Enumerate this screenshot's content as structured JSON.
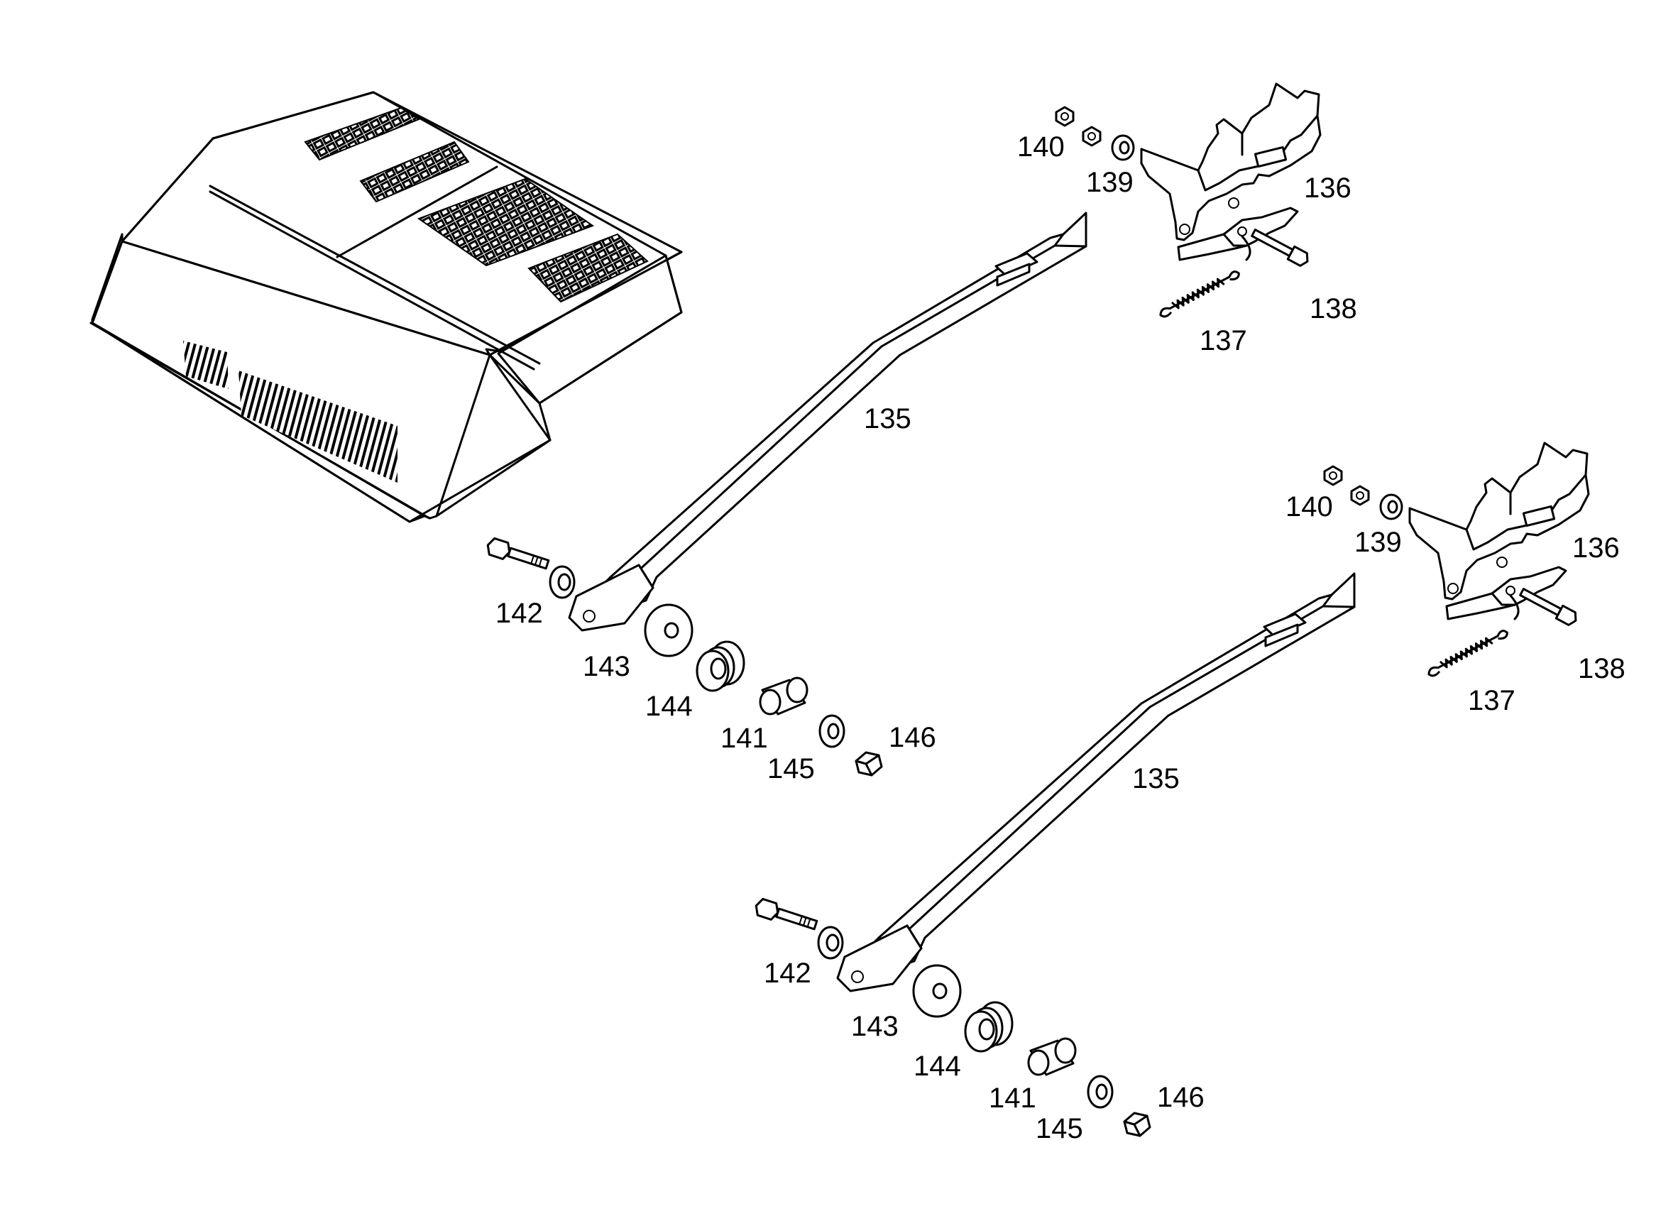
{
  "colors": {
    "line": "#000000",
    "background": "#ffffff"
  },
  "callouts": {
    "a135": "135",
    "a136": "136",
    "a137": "137",
    "a138": "138",
    "a139": "139",
    "a140": "140",
    "a141": "141",
    "a142": "142",
    "a143": "143",
    "a144": "144",
    "a145": "145",
    "a146": "146",
    "b135": "135",
    "b136": "136",
    "b137": "137",
    "b138": "138",
    "b139": "139",
    "b140": "140",
    "b141": "141",
    "b142": "142",
    "b143": "143",
    "b144": "144",
    "b145": "145",
    "b146": "146"
  }
}
